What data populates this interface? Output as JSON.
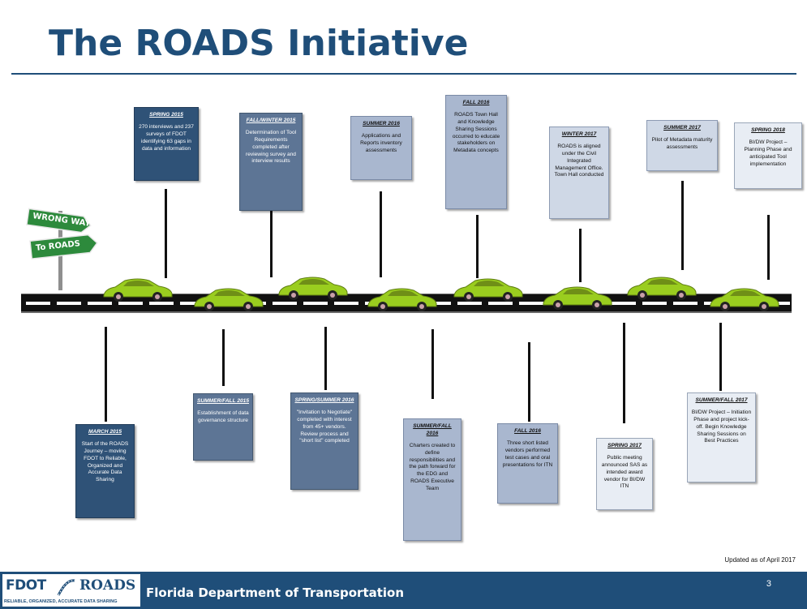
{
  "slide": {
    "title": "The ROADS Initiative",
    "updated": "Updated as of April 2017",
    "footer_org": "Florida Department of Transportation",
    "page_number": "3",
    "logo": {
      "fdot": "FDOT",
      "roads": "ROADS",
      "tagline": "RELIABLE, ORGANIZED, ACCURATE DATA SHARING"
    },
    "sign": {
      "top": "WRONG WAY",
      "bottom": "To ROADS"
    }
  },
  "milestones_top": [
    {
      "period": "SPRING 2015",
      "text": "270 interviews and 237 surveys of FDOT identifying 63 gaps in data and information"
    },
    {
      "period": "FALL/WINTER 2015",
      "text": "Determination of Tool Requirements completed after reviewing survey and interview results"
    },
    {
      "period": "SUMMER 2016",
      "text": "Applications and Reports inventory assessments"
    },
    {
      "period": "FALL 2016",
      "text": "ROADS Town Hall and Knowledge Sharing Sessions occurred to educate stakeholders on Metadata concepts"
    },
    {
      "period": "WINTER 2017",
      "text": "ROADS is aligned under the Civil Integrated Management Office. Town Hall conducted"
    },
    {
      "period": "SUMMER 2017",
      "text": "Pilot of Metadata maturity assessments"
    },
    {
      "period": "SPRING 2018",
      "text": "BI/DW Project – Planning Phase and anticipated Tool implementation"
    }
  ],
  "milestones_bottom": [
    {
      "period": "MARCH 2015",
      "text": "Start of the ROADS Journey – moving FDOT to Reliable, Organized and Accurate Data Sharing"
    },
    {
      "period": "SUMMER/FALL 2015",
      "text": "Establishment of data governance structure"
    },
    {
      "period": "SPRING/SUMMER 2016",
      "text": "\"Invitation to Negotiate\" completed with interest from 45+ vendors. Review process and \"short list\" completed"
    },
    {
      "period": "SUMMER/FALL 2016",
      "text": "Charters created to define responsibilities and the path forward for the EDG and ROADS Executive Team"
    },
    {
      "period": "FALL 2016",
      "text": "Three short listed vendors performed test cases and oral presentations for ITN"
    },
    {
      "period": "SPRING 2017",
      "text": "Public meeting announced SAS as intended award vendor for BI/DW ITN"
    },
    {
      "period": "SUMMER/FALL 2017",
      "text": "BI/DW Project – Initiation Phase and project kick-off. Begin Knowledge Sharing Sessions on Best Practices"
    }
  ],
  "colors": {
    "primary": "#1f4e79",
    "car": "#9acd1f",
    "road": "#111111"
  }
}
